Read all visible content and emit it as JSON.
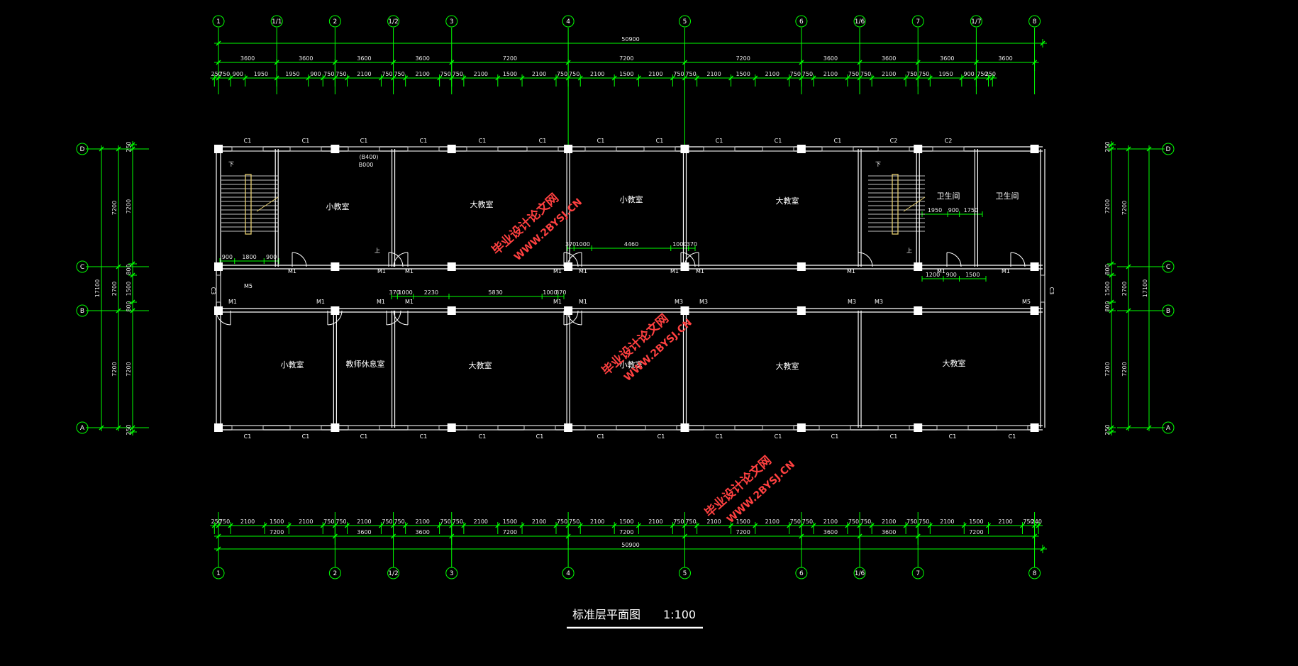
{
  "title": {
    "text": "标准层平面图",
    "scale": "1:100"
  },
  "overall_dimension": "50900",
  "top_dims": {
    "level2": [
      "3600",
      "3600",
      "3600",
      "3600",
      "7200",
      "7200",
      "7200",
      "3600",
      "3600",
      "3600",
      "3600"
    ],
    "level3": [
      "250",
      "750",
      "900",
      "1950",
      "1950",
      "900",
      "750",
      "750",
      "2100",
      "750",
      "750",
      "2100",
      "750",
      "750",
      "2100",
      "1500",
      "2100",
      "750",
      "750",
      "2100",
      "1500",
      "2100",
      "750",
      "750",
      "2100",
      "1500",
      "2100",
      "750",
      "750",
      "2100",
      "750",
      "750",
      "2100",
      "750",
      "750",
      "1950",
      "900",
      "750",
      "250"
    ]
  },
  "bottom_dims": {
    "level1": [
      "250",
      "750",
      "2100",
      "1500",
      "2100",
      "750",
      "750",
      "2100",
      "750",
      "750",
      "2100",
      "750",
      "750",
      "2100",
      "1500",
      "2100",
      "750",
      "750",
      "2100",
      "1500",
      "2100",
      "750",
      "750",
      "2100",
      "1500",
      "2100",
      "750",
      "750",
      "2100",
      "750",
      "750",
      "2100",
      "750",
      "750",
      "2100",
      "1500",
      "2100",
      "750",
      "240"
    ],
    "level2": [
      "7200",
      "3600",
      "3600",
      "7200",
      "7200",
      "7200",
      "3600",
      "3600",
      "7200"
    ]
  },
  "top_axes": [
    "1",
    "1/1",
    "2",
    "1/2",
    "3",
    "4",
    "5",
    "6",
    "1/6",
    "7",
    "1/7",
    "8"
  ],
  "bottom_axes": [
    "1",
    "2",
    "1/2",
    "3",
    "4",
    "5",
    "6",
    "1/6",
    "7",
    "8"
  ],
  "side_axes": [
    "D",
    "C",
    "B",
    "A"
  ],
  "side_dims": {
    "segments": [
      "7200",
      "2700",
      "7200"
    ],
    "corridor": [
      "800",
      "1500",
      "800"
    ],
    "total": "17100",
    "ends": [
      "250",
      "250"
    ]
  },
  "rooms": [
    {
      "name": "小教室"
    },
    {
      "name": "大教室"
    },
    {
      "name": "小教室"
    },
    {
      "name": "大教室"
    },
    {
      "name": "卫生间"
    },
    {
      "name": "卫生间"
    },
    {
      "name": "小教室"
    },
    {
      "name": "教师休息室"
    },
    {
      "name": "大教室"
    },
    {
      "name": "小教室"
    },
    {
      "name": "大教室"
    },
    {
      "name": "大教室"
    }
  ],
  "window_labels": {
    "top": [
      "C1",
      "C1",
      "C1",
      "C1",
      "C1",
      "C1",
      "C1",
      "C1",
      "C1",
      "C1",
      "C1",
      "C2",
      "C2"
    ],
    "bottom": [
      "C1",
      "C1",
      "C1",
      "C1",
      "C1",
      "C1",
      "C1",
      "C1",
      "C1",
      "C1",
      "C1",
      "C1",
      "C1",
      "C1"
    ],
    "end": [
      "C3",
      "C3"
    ]
  },
  "door_labels": [
    "M1",
    "M1",
    "M1",
    "M1",
    "M1",
    "M1",
    "M1",
    "M1",
    "M1",
    "M1",
    "M1",
    "M1",
    "M1",
    "M1",
    "M1",
    "M1",
    "M3",
    "M3",
    "M3",
    "M3",
    "M5",
    "M5"
  ],
  "stairs": {
    "up": "上",
    "down": "下"
  },
  "inner_dims": {
    "stair_left": [
      "900",
      "1800",
      "900"
    ],
    "upper_corridor": [
      "370",
      "1000",
      "4460",
      "1000",
      "370"
    ],
    "lower_corridor": [
      "370",
      "1000",
      "2230",
      "5830",
      "1000",
      "370"
    ],
    "wc_top": [
      "1950",
      "900",
      "1750"
    ],
    "wc_bottom": [
      "1200",
      "900",
      "1500"
    ],
    "note": [
      "(B400)",
      "B000"
    ]
  },
  "watermark": {
    "cn": "毕业设计论文网",
    "url": "WWW.2BYSJ.CN"
  },
  "colors": {
    "background": "#000000",
    "dimension": "#00ff00",
    "wall": "#ffffff",
    "watermark": "#ff4040"
  }
}
